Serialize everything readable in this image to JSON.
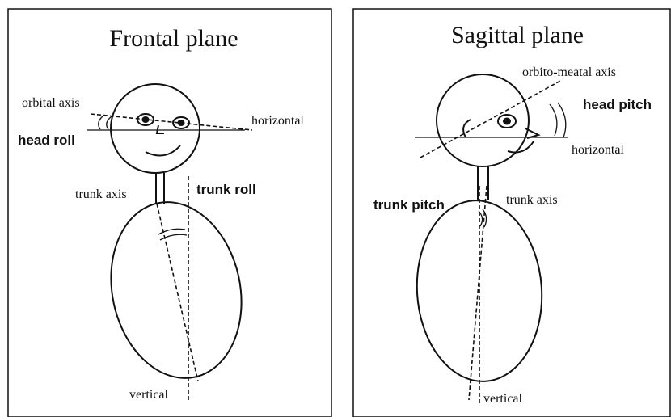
{
  "frontal": {
    "title": "Frontal plane",
    "labels": {
      "orbital_axis": "orbital axis",
      "horizontal": "horizontal",
      "head_roll": "head roll",
      "trunk_axis": "trunk axis",
      "trunk_roll": "trunk roll",
      "vertical": "vertical"
    }
  },
  "sagittal": {
    "title": "Sagittal plane",
    "labels": {
      "orbito_meatal_axis": "orbito-meatal axis",
      "head_pitch": "head pitch",
      "horizontal": "horizontal",
      "trunk_pitch": "trunk pitch",
      "trunk_axis": "trunk axis",
      "vertical": "vertical"
    }
  }
}
